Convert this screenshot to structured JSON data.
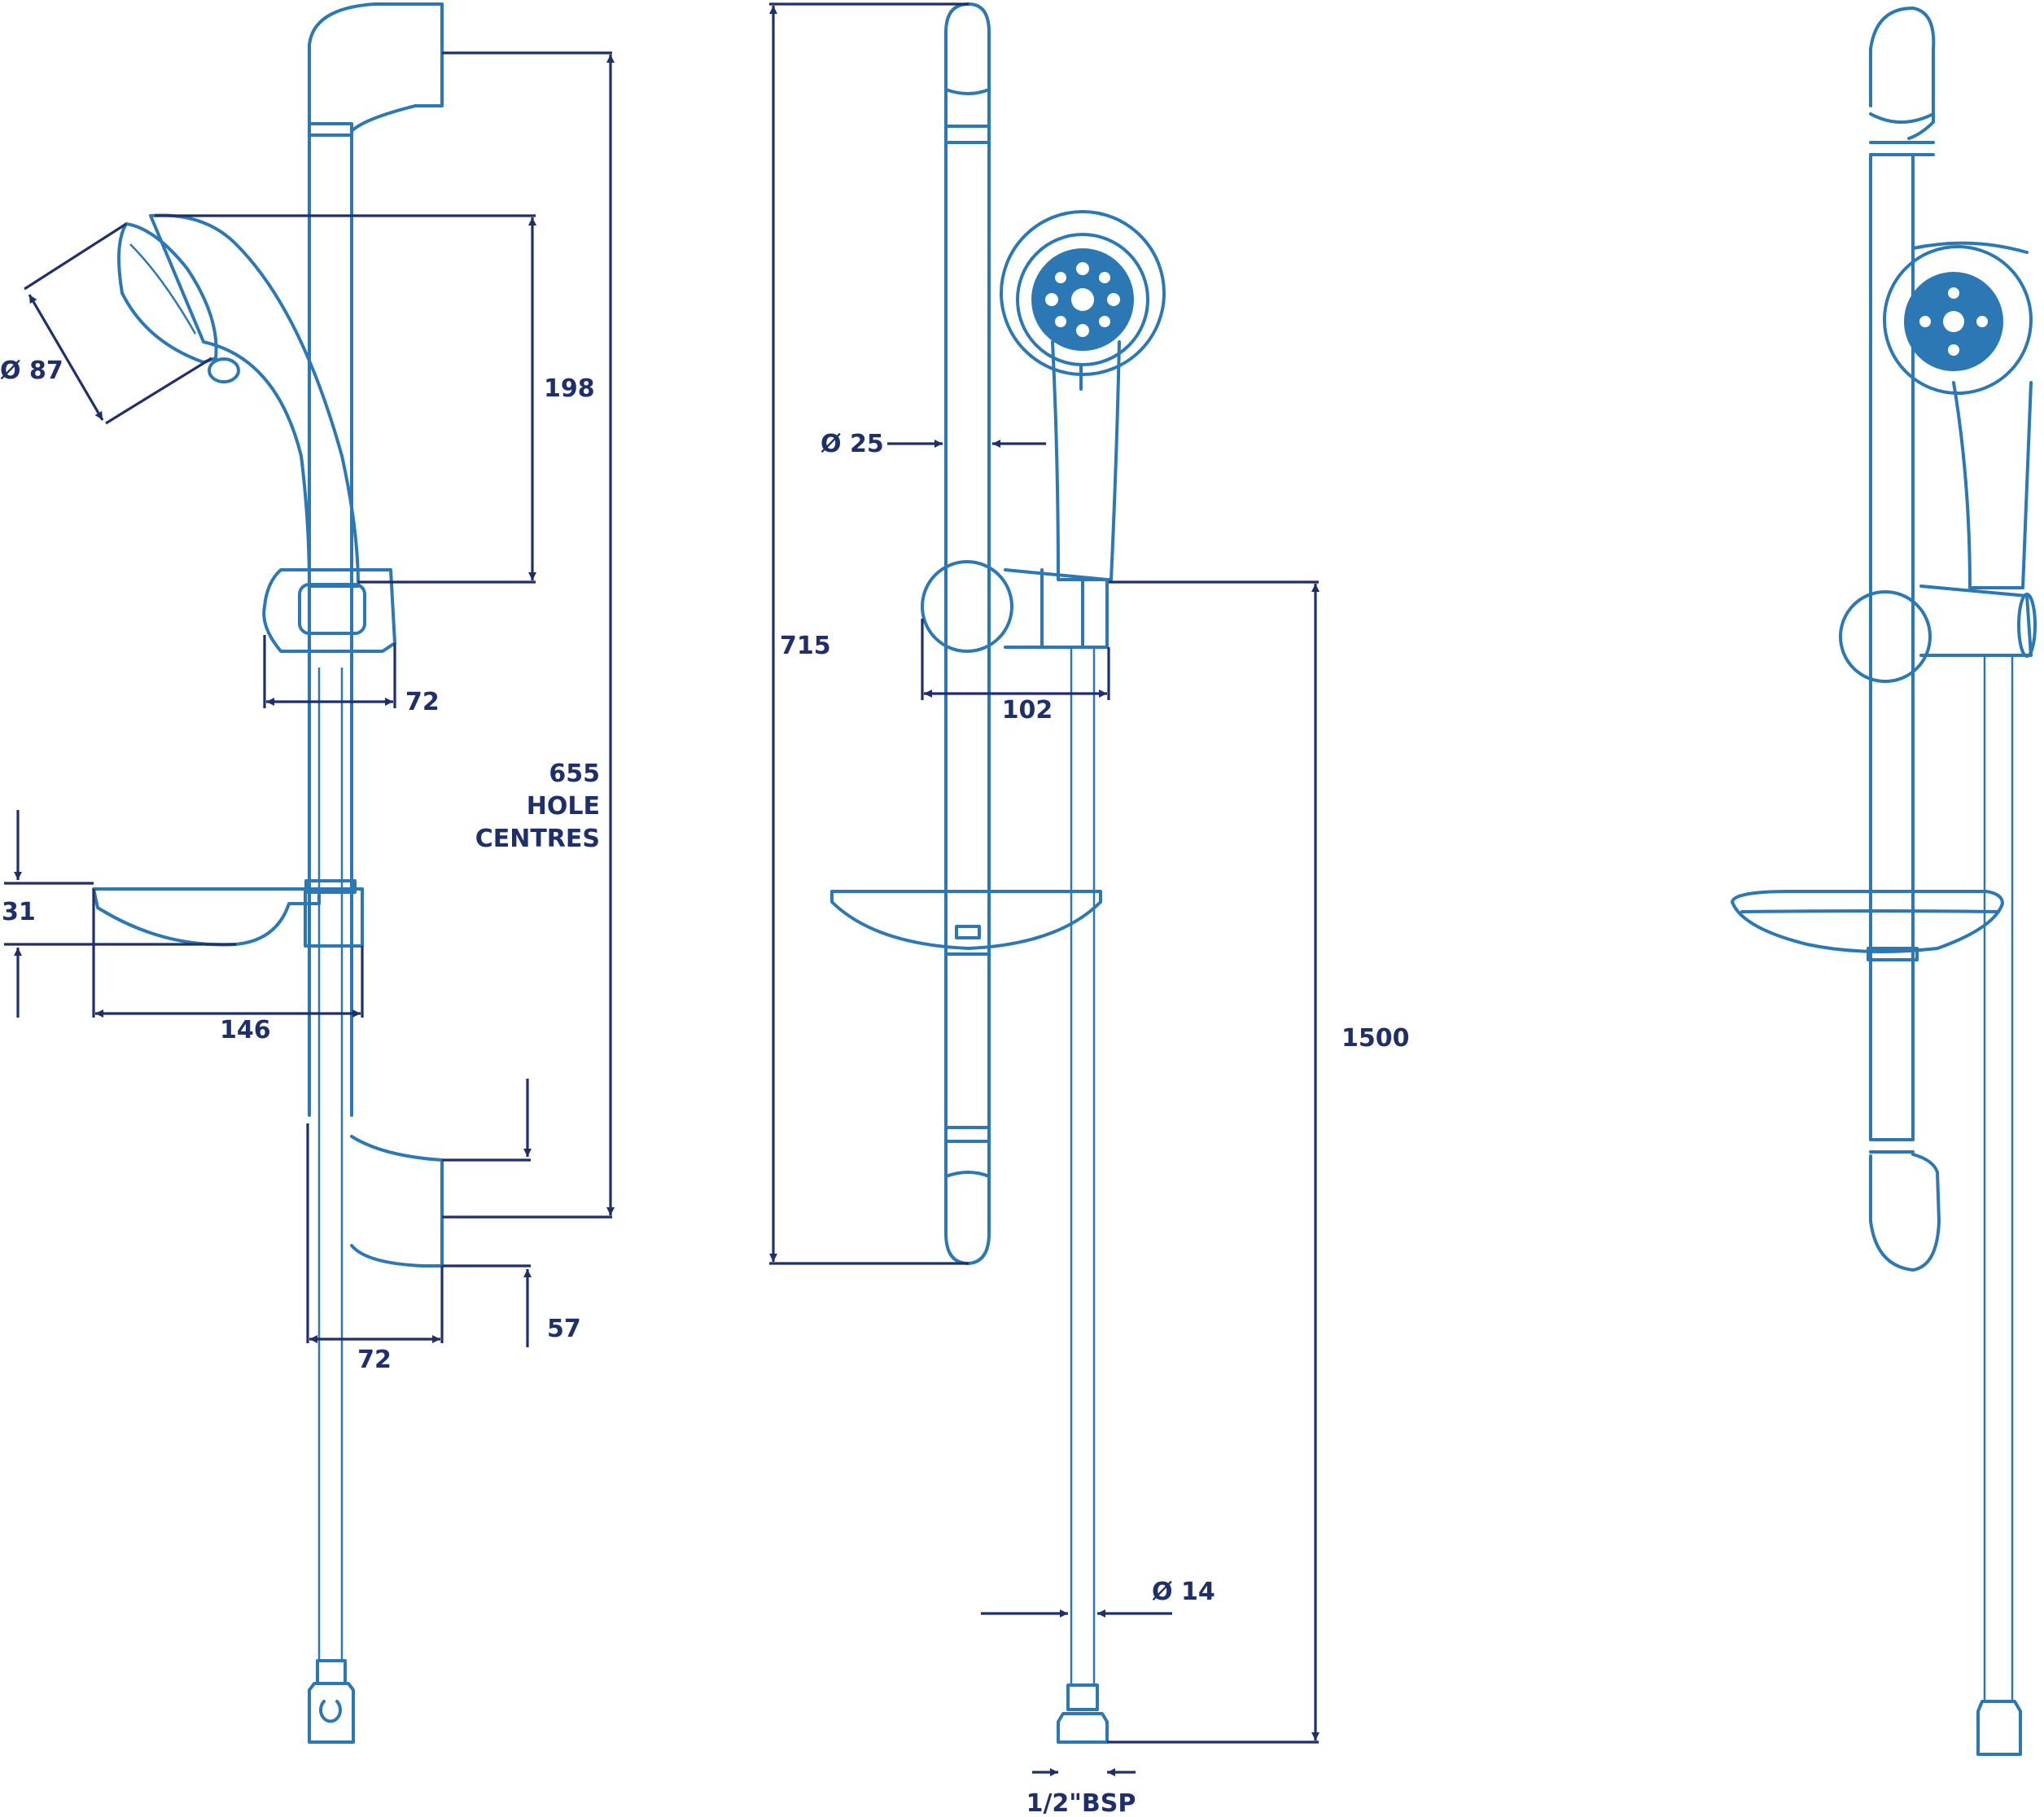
{
  "dimensions": {
    "head_diameter": "Ø 87",
    "handle_height": "198",
    "bracket_width": "72",
    "hole_centres_value": "655",
    "hole_centres_line2": "HOLE",
    "hole_centres_line3": "CENTRES",
    "dish_height": "31",
    "dish_width": "146",
    "lower_bracket_width": "72",
    "lower_bracket_height": "57",
    "rail_length": "715",
    "rail_diameter": "Ø 25",
    "slider_width": "102",
    "hose_length": "1500",
    "hose_diameter": "Ø 14",
    "connection": "1/2\"BSP"
  },
  "colors": {
    "product_line": "#2b78b5",
    "dimension_line": "#1f2f6b"
  }
}
